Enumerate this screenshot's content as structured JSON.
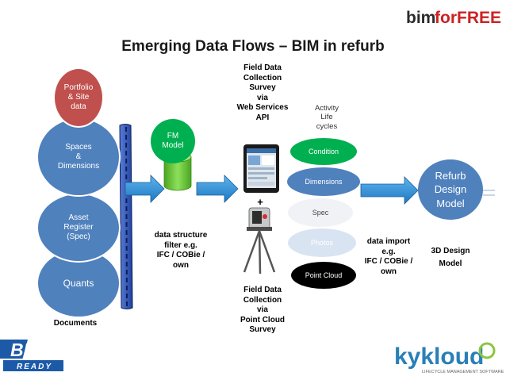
{
  "title": "Emerging Data Flows – BIM in refurb",
  "logos": {
    "bimforfree_part1": "bim",
    "bimforfree_part2": "forFREE",
    "bimready_top": "BIM",
    "bimready_bottom": "READY",
    "kykloud_name": "kykloud",
    "kykloud_tagline": "LIFECYCLE MANAGEMENT SOFTWARE"
  },
  "left_stack": {
    "portfolio": "Portfolio\n& Site\ndata",
    "spaces": "Spaces\n&\nDimensions",
    "asset_register": "Asset\nRegister\n(Spec)",
    "quants": "Quants",
    "documents": "Documents"
  },
  "fm_model": "FM\nModel",
  "data_structure_filter": "data structure\nfilter  e.g.\nIFC / COBie /\nown",
  "field_survey_api": "Field Data\nCollection\nSurvey\nvia\nWeb Services\nAPI",
  "plus": "+",
  "field_point_cloud": "Field Data\nCollection\nvia\nPoint Cloud\nSurvey",
  "layers": {
    "activity": "Activity\nLife\ncycles",
    "condition": "Condition",
    "dimensions": "Dimensions",
    "spec": "Spec",
    "photos": "Photos",
    "point_cloud": "Point Cloud"
  },
  "data_import": "data import\ne.g.\nIFC / COBie /\nown",
  "refurb_design_model": "Refurb\nDesign\nModel",
  "design_3d_model": "3D Design\nModel",
  "colors": {
    "portfolio": "#c0504d",
    "spaces": "#4f81bd",
    "asset_register": "#4f81bd",
    "quants": "#4f81bd",
    "fm_circle": "#00b050",
    "db_cylinder": "#66cc33",
    "arrows": "#2f8fd3",
    "condition": "#00b050",
    "dimensions": "#4f81bd",
    "point_cloud": "#000000",
    "refurb": "#4f81bd",
    "kykloud": "#2a7fb8",
    "bimready": "#1c5aa8"
  }
}
